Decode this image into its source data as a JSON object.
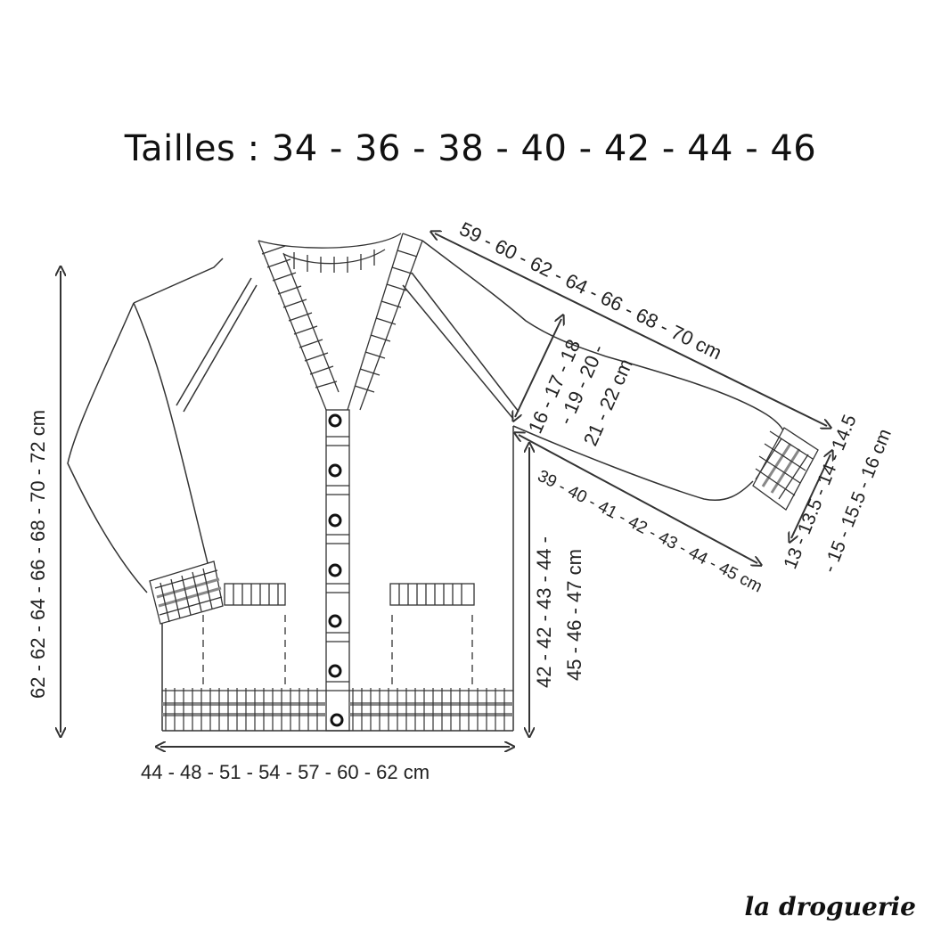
{
  "title": "Tailles : 34 - 36 - 38 - 40 - 42 - 44 - 46",
  "measurements": {
    "total_length": "62 - 62 - 64 - 66 - 68 - 70 - 72 cm",
    "bottom_width": "44 - 48 - 51 - 54 - 57 - 60 - 62 cm",
    "side_length_line1": "42 - 42 - 43 - 44 -",
    "side_length_line2": "45 - 46 - 47 cm",
    "raglan_line1": "16 - 17 - 18",
    "raglan_line2": "- 19 - 20 -",
    "raglan_line3": "21 - 22 cm",
    "sleeve_top": "59 - 60 - 62 - 64 - 66 - 68 - 70 cm",
    "sleeve_under": "39 - 40 - 41 - 42 - 43 - 44 - 45 cm",
    "cuff_line1": "13 - 13.5 - 14 - 14.5",
    "cuff_line2": "- 15 - 15.5 - 16 cm"
  },
  "brand": "la droguerie"
}
